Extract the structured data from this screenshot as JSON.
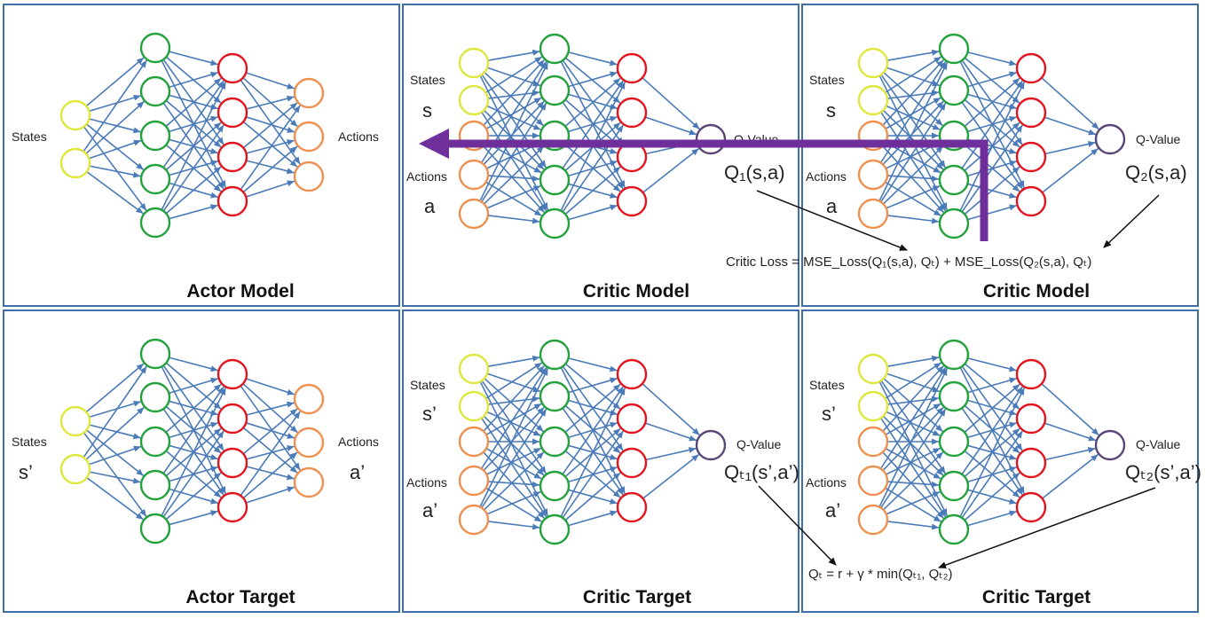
{
  "colors": {
    "panel_border": "#3f6fa8",
    "edge": "#4a7ab8",
    "state_node": "#dfe63c",
    "hidden_node_1": "#23a23c",
    "hidden_node_2": "#e3141d",
    "action_node": "#ee9050",
    "q_node": "#5a4577",
    "gradient_arrow": "#6f2f9a"
  },
  "panels": [
    {
      "id": "actor-model",
      "type": "actor",
      "title": "Actor Model",
      "input_label": "States",
      "input_symbol": "",
      "output_label": "Actions",
      "output_symbol": ""
    },
    {
      "id": "critic-model-1",
      "type": "critic",
      "title": "Critic Model",
      "states_label": "States",
      "states_symbol": "s",
      "actions_label": "Actions",
      "actions_symbol": "a",
      "q_label": "Q-Value",
      "q_symbol": "Q₁(s,a)"
    },
    {
      "id": "critic-model-2",
      "type": "critic",
      "title": "Critic Model",
      "states_label": "States",
      "states_symbol": "s",
      "actions_label": "Actions",
      "actions_symbol": "a",
      "q_label": "Q-Value",
      "q_symbol": "Q₂(s,a)"
    },
    {
      "id": "actor-target",
      "type": "actor",
      "title": "Actor Target",
      "input_label": "States",
      "input_symbol": "s’",
      "output_label": "Actions",
      "output_symbol": "a’"
    },
    {
      "id": "critic-target-1",
      "type": "critic",
      "title": "Critic Target",
      "states_label": "States",
      "states_symbol": "s’",
      "actions_label": "Actions",
      "actions_symbol": "a’",
      "q_label": "Q-Value",
      "q_symbol": "Qₜ₁(s’,a’)"
    },
    {
      "id": "critic-target-2",
      "type": "critic",
      "title": "Critic Target",
      "states_label": "States",
      "states_symbol": "s’",
      "actions_label": "Actions",
      "actions_symbol": "a’",
      "q_label": "Q-Value",
      "q_symbol": "Qₜ₂(s’,a’)"
    }
  ],
  "formulas": {
    "critic_loss": "Critic Loss = MSE_Loss(Q₁(s,a), Qₜ) + MSE_Loss(Q₂(s,a), Qₜ)",
    "q_target": "Qₜ = r + γ * min(Qₜ₁, Qₜ₂)"
  }
}
